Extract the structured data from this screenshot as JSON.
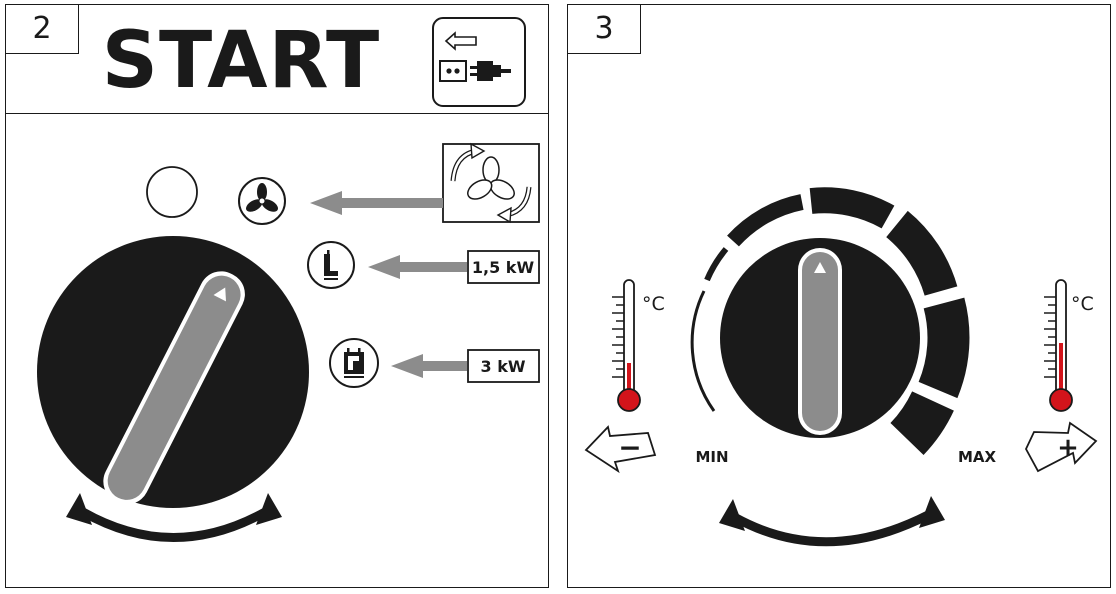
{
  "panel_2": {
    "step_number": "2",
    "title": "START",
    "power_label_low": "1,5 kW",
    "power_label_high": "3 kW"
  },
  "panel_3": {
    "step_number": "3",
    "unit_left": "°C",
    "unit_right": "°C",
    "min_label": "MIN",
    "max_label": "MAX",
    "minus_sign": "−",
    "plus_sign": "+"
  },
  "colors": {
    "ink": "#1a1a1a",
    "handle_grey": "#8c8c8c",
    "arrow_grey": "#8c8c8c",
    "thermometer_red": "#d3141b"
  },
  "icons": [
    "socket-plug-icon",
    "fan-icon",
    "fan-rotation-icon",
    "heater-half-power-icon",
    "heater-full-power-icon",
    "thermometer-icon",
    "rotation-arrow-icon"
  ]
}
